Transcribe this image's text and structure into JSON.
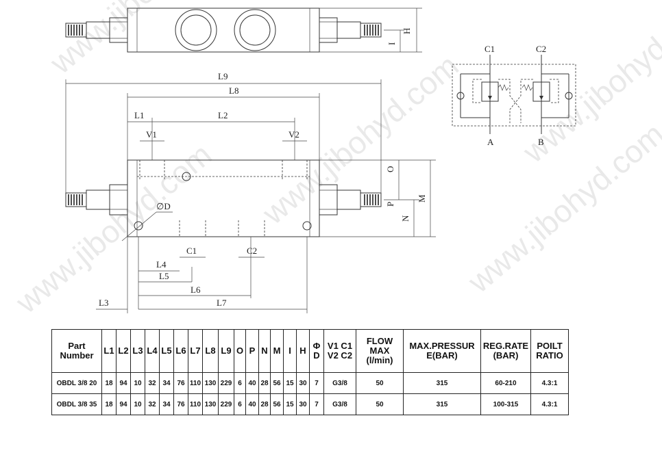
{
  "watermark": "www.jibohyd.com",
  "drawing": {
    "dims": {
      "H": "H",
      "I": "I",
      "L9": "L9",
      "L8": "L8",
      "L1": "L1",
      "L2": "L2",
      "V1": "V1",
      "V2": "V2",
      "O": "O",
      "P": "P",
      "M": "M",
      "N": "N",
      "phiD": "∅D",
      "C1": "C1",
      "C2": "C2",
      "L4": "L4",
      "L5": "L5",
      "L6": "L6",
      "L3": "L3",
      "L7": "L7"
    },
    "schematic": {
      "c1": "C1",
      "c2": "C2",
      "a": "A",
      "b": "B"
    }
  },
  "table": {
    "headers": [
      "Part\nNumber",
      "L1",
      "L2",
      "L3",
      "L4",
      "L5",
      "L6",
      "L7",
      "L8",
      "L9",
      "O",
      "P",
      "N",
      "M",
      "I",
      "H",
      "Φ\nD",
      "V1 C1\nV2 C2",
      "FLOW\nMAX\n(l/min)",
      "MAX.PRESSUR\nE(BAR)",
      "REG.RATE\n(BAR)",
      "POILT\nRATIO"
    ],
    "rows": [
      [
        "OBDL 3/8 20",
        "18",
        "94",
        "10",
        "32",
        "34",
        "76",
        "110",
        "130",
        "229",
        "6",
        "40",
        "28",
        "56",
        "15",
        "30",
        "7",
        "G3/8",
        "50",
        "315",
        "60-210",
        "4.3:1"
      ],
      [
        "OBDL 3/8 35",
        "18",
        "94",
        "10",
        "32",
        "34",
        "76",
        "110",
        "130",
        "229",
        "6",
        "40",
        "28",
        "56",
        "15",
        "30",
        "7",
        "G3/8",
        "50",
        "315",
        "100-315",
        "4.3:1"
      ]
    ]
  }
}
